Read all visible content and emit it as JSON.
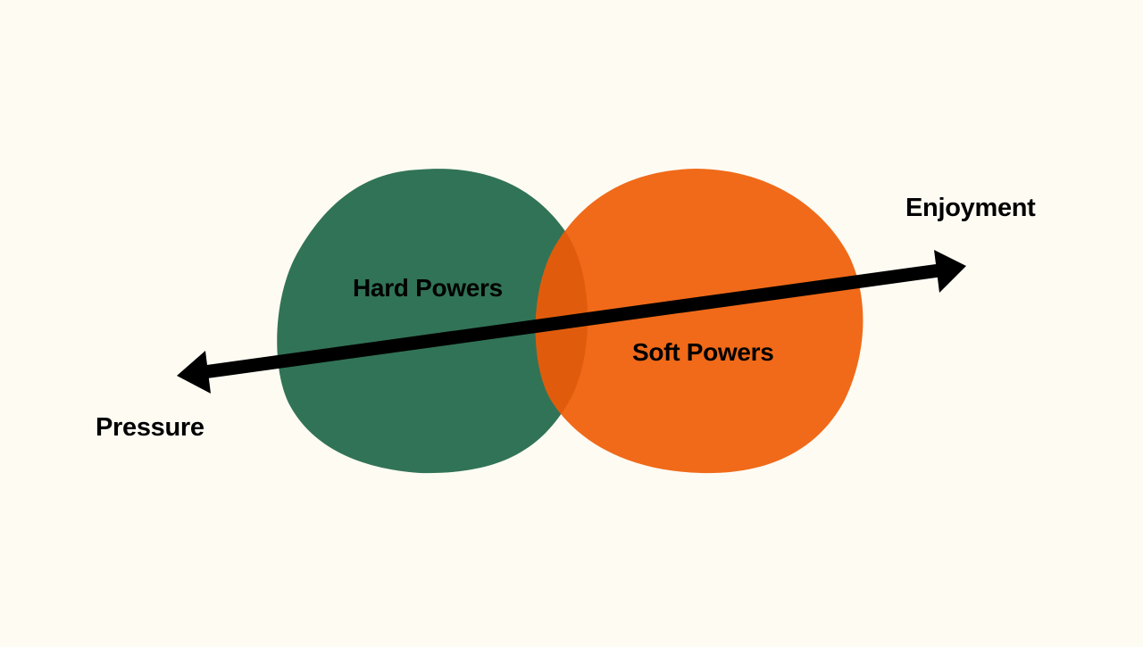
{
  "diagram": {
    "circles": [
      {
        "id": "hard",
        "label": "Hard Powers",
        "color": "#317356"
      },
      {
        "id": "soft",
        "label": "Soft Powers",
        "color": "#f06a19"
      }
    ],
    "overlap_color": "#e05c0c",
    "background": "#fefbf3",
    "arrow_color": "#000000",
    "axis": {
      "positive_label": "Enjoyment",
      "negative_label": "Pressure"
    }
  }
}
